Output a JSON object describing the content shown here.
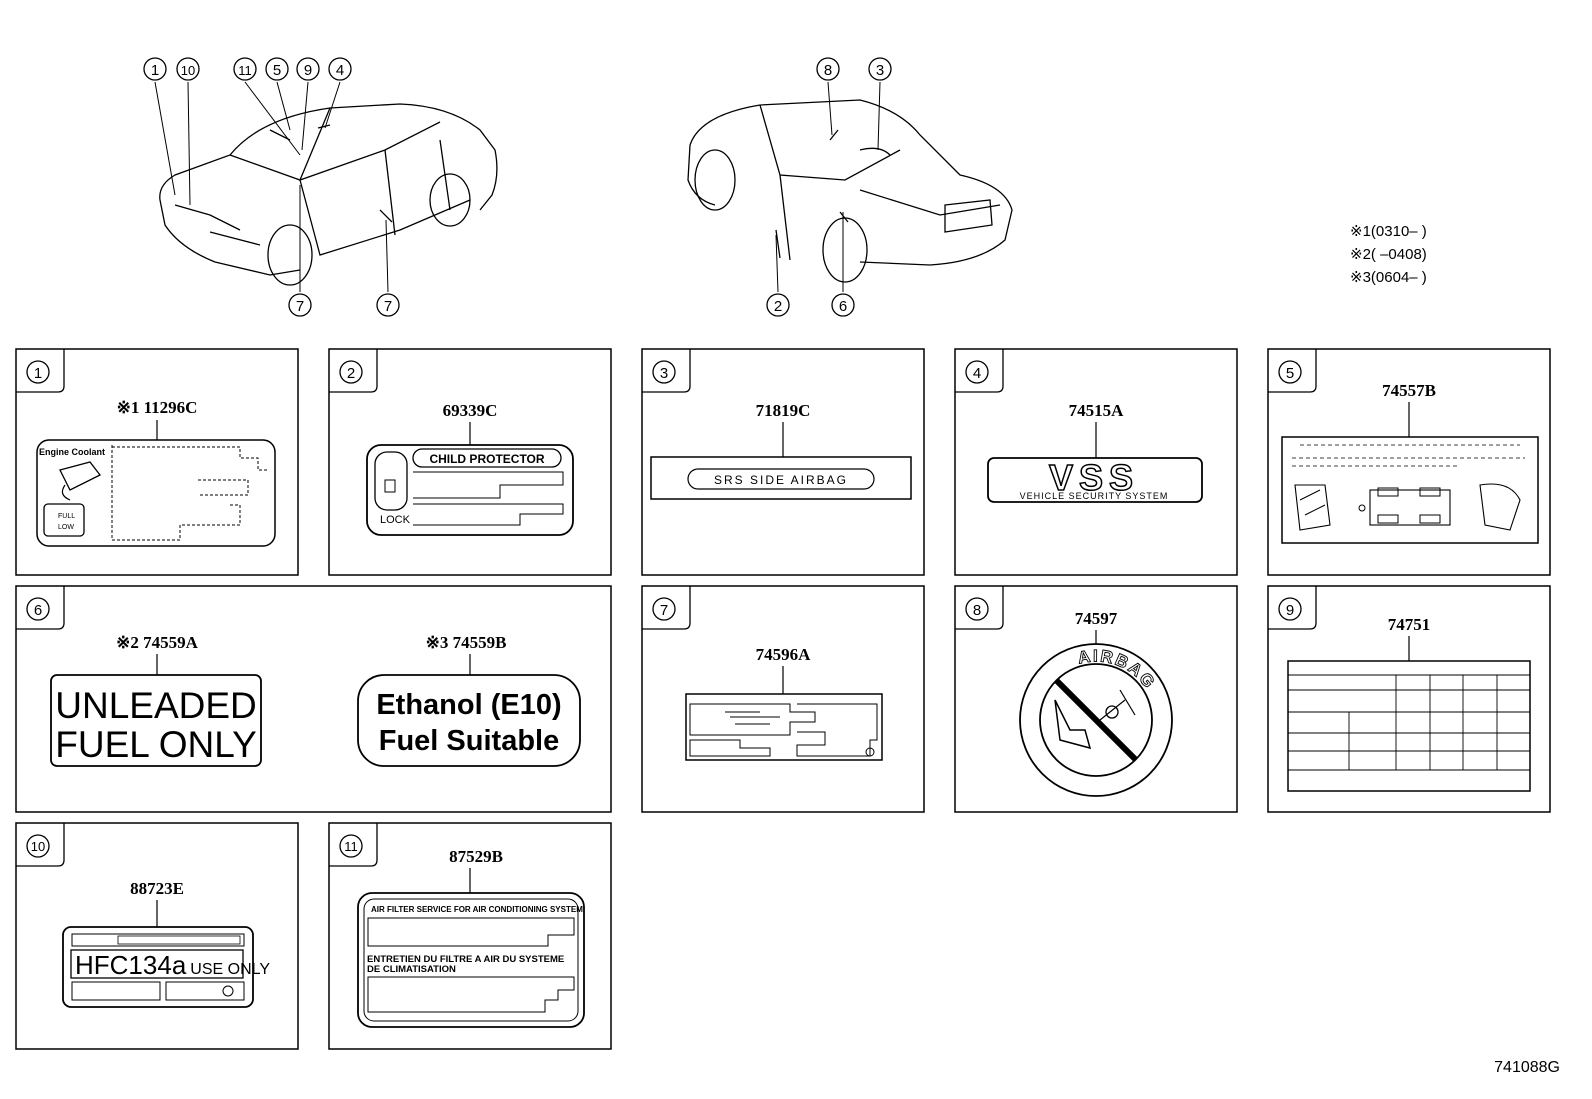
{
  "callouts": {
    "front": [
      "1",
      "10",
      "11",
      "5",
      "9",
      "4",
      "7",
      "7"
    ],
    "rear": [
      "8",
      "3",
      "2",
      "6"
    ]
  },
  "notes": [
    {
      "mark": "※1",
      "text": "(0310–     )"
    },
    {
      "mark": "※2",
      "text": "(     –0408)"
    },
    {
      "mark": "※3",
      "text": "(0604–     )"
    }
  ],
  "panels": [
    {
      "num": "1",
      "part": "11296C",
      "note": "※1",
      "label_text": [
        "Engine Coolant",
        "FULL",
        "LOW"
      ]
    },
    {
      "num": "2",
      "part": "69339C",
      "label_text": [
        "CHILD  PROTECTOR",
        "LOCK"
      ]
    },
    {
      "num": "3",
      "part": "71819C",
      "label_text": [
        "SRS SIDE AIRBAG"
      ]
    },
    {
      "num": "4",
      "part": "74515A",
      "label_text": [
        "VSS",
        "VEHICLE  SECURITY  SYSTEM"
      ]
    },
    {
      "num": "5",
      "part": "74557B"
    },
    {
      "num": "6",
      "parts": [
        {
          "note": "※2",
          "part": "74559A",
          "label_text": [
            "UNLEADED",
            "FUEL ONLY"
          ]
        },
        {
          "note": "※3",
          "part": "74559B",
          "label_text": [
            "Ethanol (E10)",
            "Fuel Suitable"
          ]
        }
      ]
    },
    {
      "num": "7",
      "part": "74596A"
    },
    {
      "num": "8",
      "part": "74597",
      "label_text": [
        "AIRBAG"
      ]
    },
    {
      "num": "9",
      "part": "74751"
    },
    {
      "num": "10",
      "part": "88723E",
      "label_text": [
        "HFC134a",
        "USE ONLY"
      ]
    },
    {
      "num": "11",
      "part": "87529B",
      "label_text": [
        "AIR FILTER SERVICE FOR AIR CONDITIONING SYSTEM",
        "ENTRETIEN DU FILTRE A AIR DU SYSTEME",
        "DE CLIMATISATION"
      ]
    }
  ],
  "figure_code": "741088G"
}
